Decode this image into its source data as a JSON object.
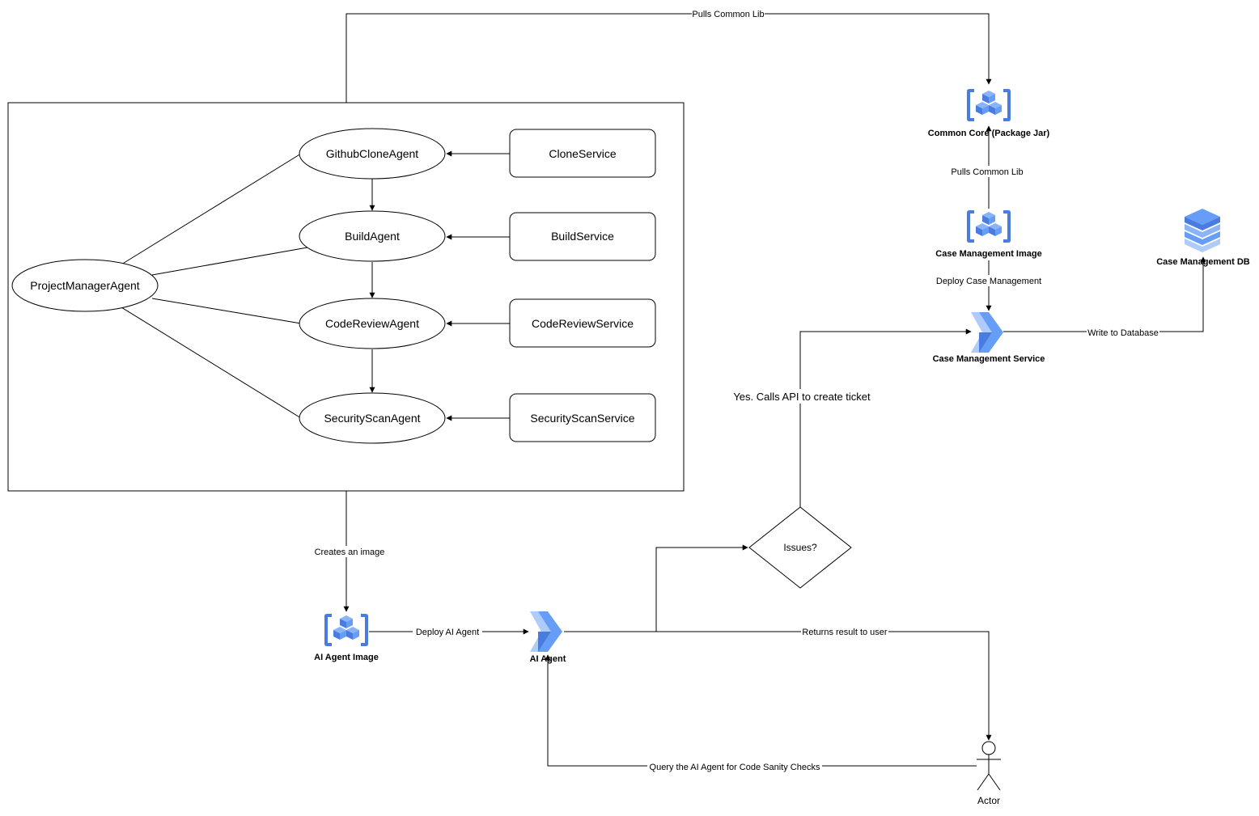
{
  "agents": {
    "project_manager": "ProjectManagerAgent",
    "github_clone": "GithubCloneAgent",
    "build": "BuildAgent",
    "code_review": "CodeReviewAgent",
    "security_scan": "SecurityScanAgent"
  },
  "services": {
    "clone": "CloneService",
    "build": "BuildService",
    "code_review": "CodeReviewService",
    "security_scan": "SecurityScanService"
  },
  "icons": {
    "common_core": "Common Core (Package Jar)",
    "case_management_image": "Case Management Image",
    "case_management_db": "Case Management DB",
    "case_management_service": "Case Management Service",
    "ai_agent_image": "AI Agent Image",
    "ai_agent": "AI Agent"
  },
  "decision": {
    "label": "Issues?",
    "yes_label": "Yes. Calls API to create ticket"
  },
  "actor": {
    "label": "Actor"
  },
  "edges": {
    "pulls_common_lib_top": "Pulls Common Lib",
    "pulls_common_lib_mid": "Pulls Common Lib",
    "deploy_case_management": "Deploy Case Management",
    "write_to_database": "Write to Database",
    "creates_an_image": "Creates an image",
    "deploy_ai_agent": "Deploy AI Agent",
    "returns_result": "Returns result to user",
    "query_ai_agent": "Query the AI Agent for Code Sanity Checks"
  },
  "colors": {
    "gcp_blue_dark": "#4a7ce0",
    "gcp_blue_light": "#8ab4f8",
    "gcp_blue_mid": "#669df6"
  }
}
